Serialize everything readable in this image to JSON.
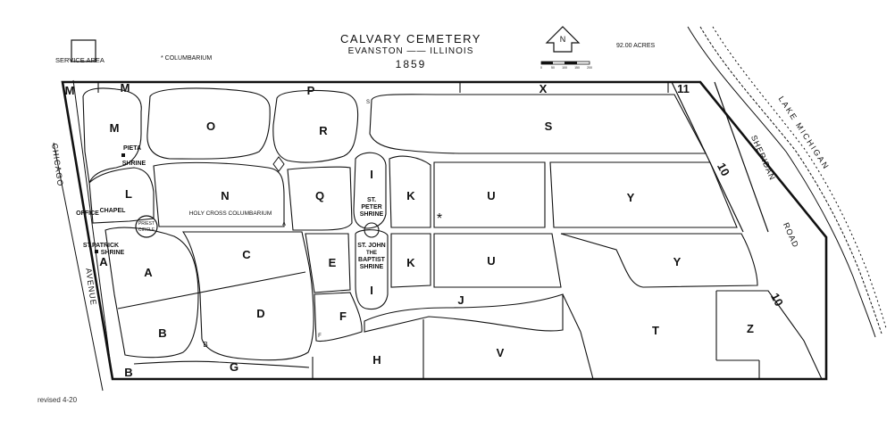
{
  "title": "CALVARY CEMETERY",
  "subtitle": "EVANSTON —— ILLINOIS",
  "year": "1859",
  "acres": "92.00 ACRES",
  "north_label": "N",
  "scale_ticks": [
    "0",
    "50",
    "100",
    "150",
    "200"
  ],
  "legend": "* COLUMBARIUM",
  "service_area": "SERVICE AREA",
  "revised": "revised 4-20",
  "roads": {
    "lake": "LAKE MICHIGAN",
    "chicago": "CHICAGO",
    "avenue": "AVENUE",
    "sheridan": "SHERIDAN",
    "road": "ROAD"
  },
  "sections": {
    "M": "M",
    "O": "O",
    "P": "P",
    "R": "R",
    "S": "S",
    "X": "X",
    "eleven": "11",
    "ten": "10",
    "N": "N",
    "Q": "Q",
    "I": "I",
    "K": "K",
    "U": "U",
    "Y": "Y",
    "L": "L",
    "C": "C",
    "E": "E",
    "A": "A",
    "B": "B",
    "D": "D",
    "F": "F",
    "G": "G",
    "H": "H",
    "J": "J",
    "V": "V",
    "T": "T",
    "Z": "Z"
  },
  "shrines": {
    "pieta": "PIETA",
    "shrine": "SHRINE",
    "st": "ST.",
    "peter": "PETER",
    "st_john": "ST. JOHN",
    "the": "THE",
    "baptist": "BAPTIST",
    "st_patrick": "ST.PATRICK",
    "office": "OFFICE",
    "chapel": "CHAPEL",
    "priest": "PRIEST",
    "circle": "CIRCLE",
    "holy_cross": "HOLY CROSS COLUMBARIUM"
  },
  "colors": {
    "ink": "#111111",
    "paper": "#ffffff"
  }
}
